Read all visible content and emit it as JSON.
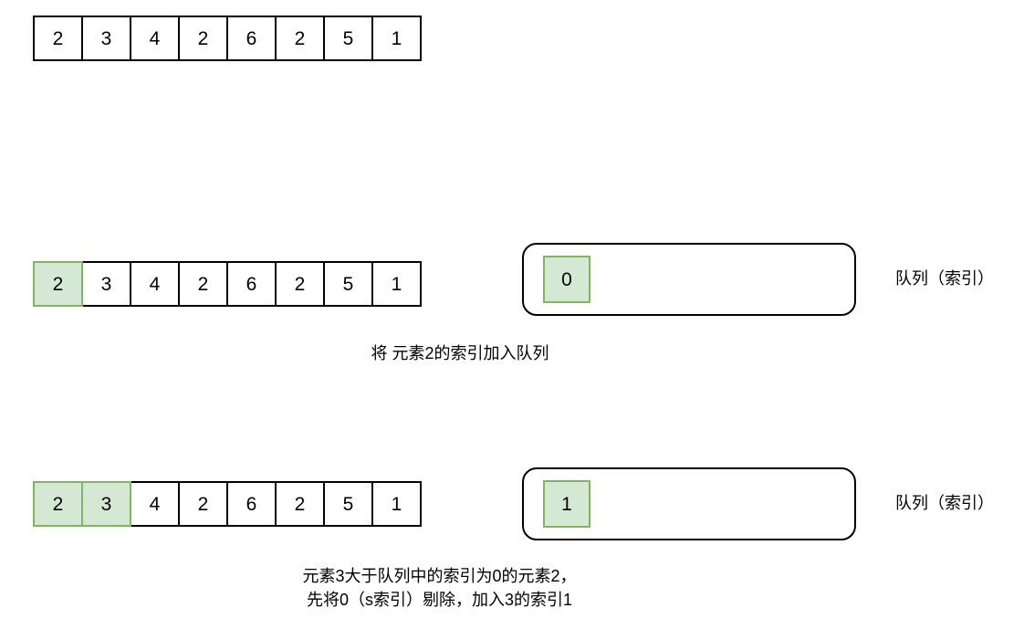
{
  "diagram": {
    "title": "Monotonic queue sliding-window illustration",
    "colors": {
      "highlight_fill": "#d5e8d4",
      "highlight_stroke": "#82b366",
      "cell_stroke": "#000000",
      "background": "#ffffff"
    },
    "rows": [
      {
        "id": "row-initial",
        "array": [
          "2",
          "3",
          "4",
          "2",
          "6",
          "2",
          "5",
          "1"
        ],
        "highlighted": [],
        "queue": null,
        "queue_label": null,
        "caption": null
      },
      {
        "id": "row-step-1",
        "array": [
          "2",
          "3",
          "4",
          "2",
          "6",
          "2",
          "5",
          "1"
        ],
        "highlighted": [
          0
        ],
        "queue": [
          "0"
        ],
        "queue_label": "队列（索引）",
        "caption": [
          "将 元素2的索引加入队列"
        ]
      },
      {
        "id": "row-step-2",
        "array": [
          "2",
          "3",
          "4",
          "2",
          "6",
          "2",
          "5",
          "1"
        ],
        "highlighted": [
          0,
          1
        ],
        "queue": [
          "1"
        ],
        "queue_label": "队列（索引）",
        "caption": [
          "元素3大于队列中的索引为0的元素2，",
          "先将0（s索引）剔除，加入3的索引1"
        ]
      }
    ]
  }
}
